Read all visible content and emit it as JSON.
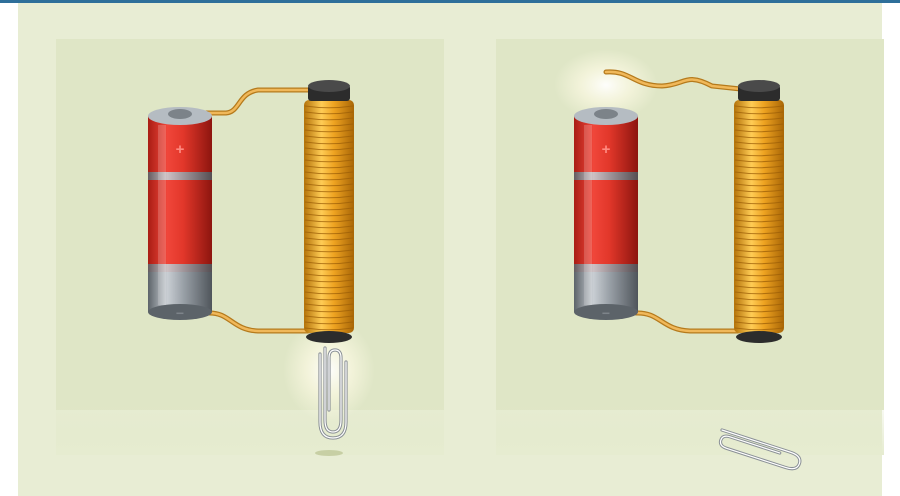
{
  "colors": {
    "frame_border": "#2e6f9a",
    "background": "#e8edd4",
    "panel": "#dfe6c6",
    "battery_red": "#e0372a",
    "battery_steel": "#9aa1a8",
    "coil_copper": "#e8a21c",
    "wire": "#e3a640",
    "core_cap": "#2c2c2c",
    "glow": "#fffbe6"
  },
  "battery_labels": {
    "positive": "+",
    "negative": "−"
  },
  "scenes": [
    {
      "circuit": "closed",
      "paperclip": "attracted"
    },
    {
      "circuit": "open",
      "paperclip": "released"
    }
  ]
}
